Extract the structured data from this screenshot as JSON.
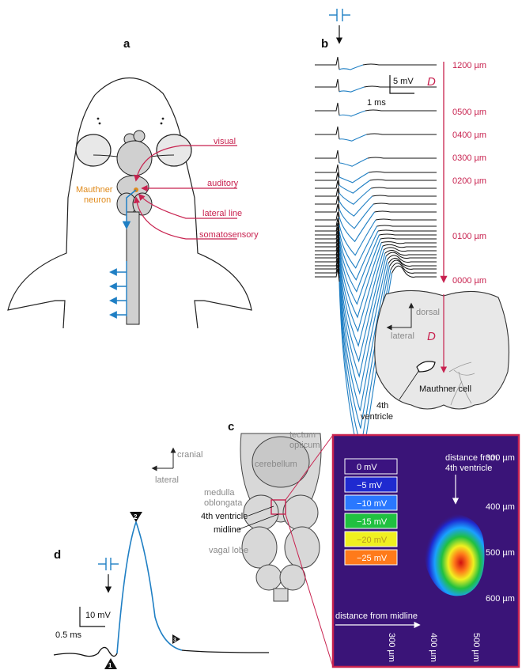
{
  "panels": {
    "a": "a",
    "b": "b",
    "c": "c",
    "d": "d"
  },
  "panel_a": {
    "mauthner_line1": "Mauthner",
    "mauthner_line2": "neuron",
    "inputs": [
      "visual",
      "auditory",
      "lateral line",
      "somatosensory"
    ]
  },
  "panel_b": {
    "scale_mv": "5 mV",
    "scale_ms": "1 ms",
    "depth_symbol": "D",
    "depth_labels": [
      "1200 µm",
      "0500 µm",
      "0400 µm",
      "0300 µm",
      "0200 µm",
      "0100 µm",
      "0000 µm"
    ],
    "inset": {
      "dorsal": "dorsal",
      "lateral": "lateral",
      "depth_symbol": "D",
      "mauthner_cell": "Mauthner cell",
      "ventricle_line1": "4th",
      "ventricle_line2": "ventricle"
    }
  },
  "panel_c": {
    "cranial": "cranial",
    "lateral": "lateral",
    "tectum_line1": "tectum",
    "tectum_line2": "opticum",
    "cerebellum": "cerebellum",
    "medulla_line1": "medulla",
    "medulla_line2": "oblongata",
    "ventricle": "4th ventricle",
    "midline": "midline",
    "vagal_lobe": "vagal lobe",
    "heatmap": {
      "legend": [
        "0 mV",
        "−5 mV",
        "−10 mV",
        "−15 mV",
        "−20 mV",
        "−25 mV"
      ],
      "legend_colors": [
        "#3b1380",
        "#1f2ad0",
        "#2a78ff",
        "#20c040",
        "#f0f020",
        "#ff7a1a"
      ],
      "y_axis_line1": "distance from",
      "y_axis_line2": "4th ventricle",
      "y_ticks": [
        "300 µm",
        "400 µm",
        "500 µm",
        "600 µm"
      ],
      "x_axis": "distance from midline",
      "x_ticks": [
        "300 µm",
        "400 µm",
        "500 µm"
      ]
    }
  },
  "panel_d": {
    "scale_mv": "10 mV",
    "scale_ms": "0.5 ms",
    "markers": [
      "1",
      "2",
      "3"
    ]
  },
  "colors": {
    "magenta": "#c8224f",
    "blue": "#1f7fc4",
    "orange": "#e08a1a",
    "grey_label": "#8a8a8a",
    "heatmap_bg": "#3a1478",
    "heatmap_frame": "#c8224f"
  }
}
